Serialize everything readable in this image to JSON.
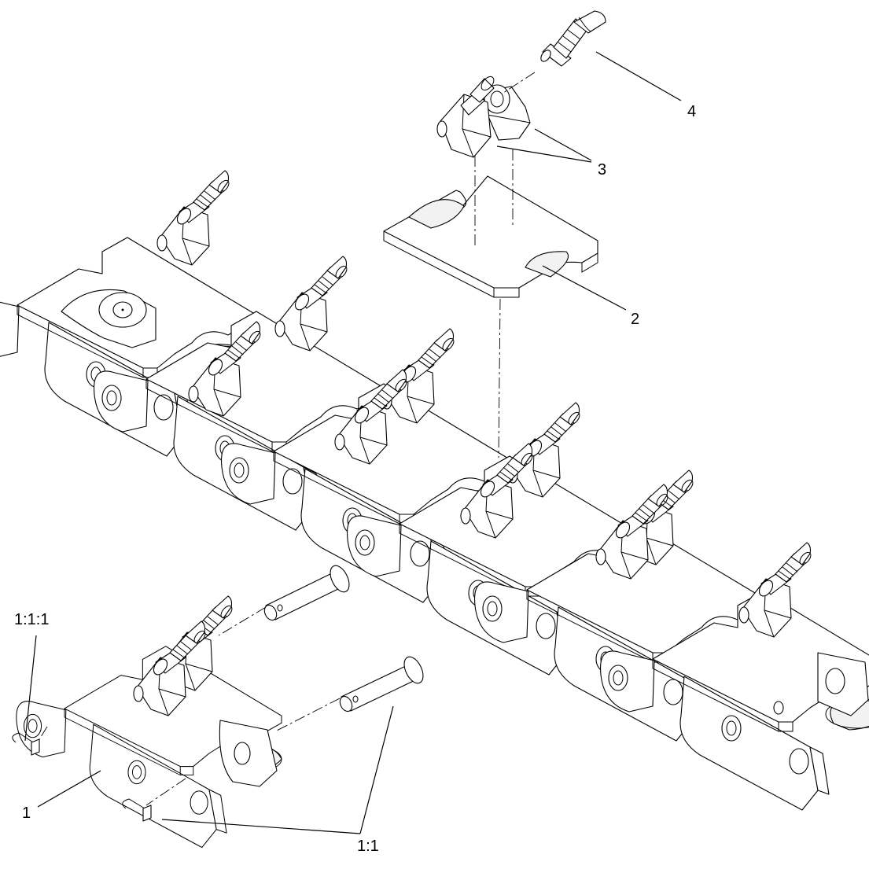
{
  "callouts": {
    "label_1": "1",
    "label_1_1": "1:1",
    "label_1_1_1": "1:1:1",
    "label_2": "2",
    "label_3": "3",
    "label_4": "4"
  }
}
